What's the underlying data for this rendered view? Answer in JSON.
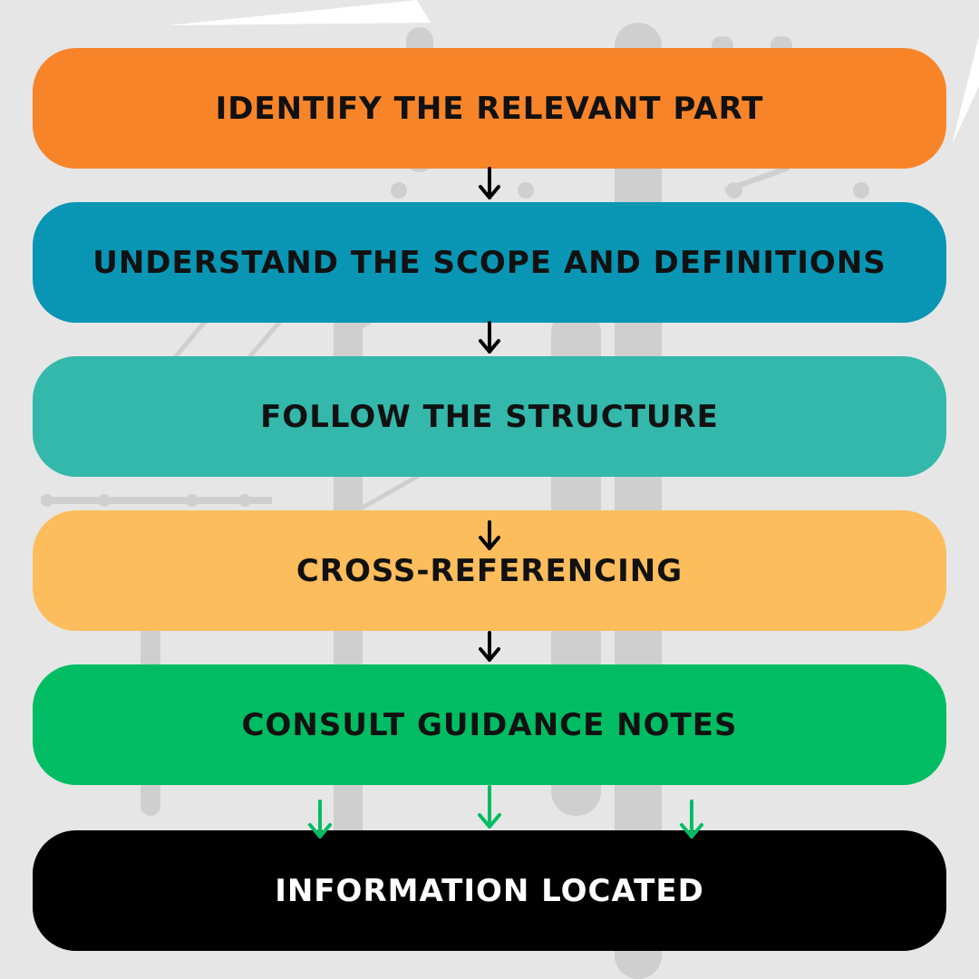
{
  "flow": {
    "steps": [
      {
        "label": "IDENTIFY THE RELEVANT PART",
        "color": "#f8842a"
      },
      {
        "label": "UNDERSTAND THE SCOPE AND DEFINITIONS",
        "color": "#0896b4"
      },
      {
        "label": "FOLLOW THE STRUCTURE",
        "color": "#33b8ab"
      },
      {
        "label": "CROSS-REFERENCING",
        "color": "#fdbd5c"
      },
      {
        "label": "CONSULT GUIDANCE NOTES",
        "color": "#00bd63"
      },
      {
        "label": "INFORMATION LOCATED",
        "color": "#000000"
      }
    ],
    "connector_colors": {
      "standard": "#000000",
      "final": "#00bd63"
    }
  }
}
